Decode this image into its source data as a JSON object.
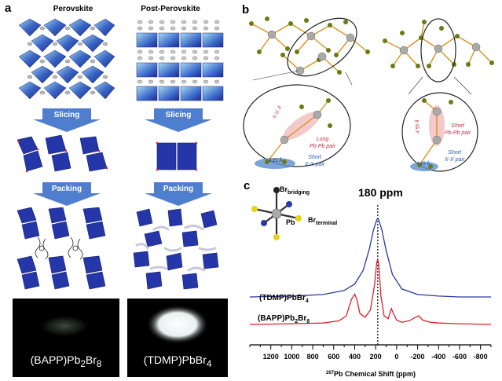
{
  "panels": {
    "a": "a",
    "b": "b",
    "c": "c"
  },
  "panel_a": {
    "col_left_title": "Perovskite",
    "col_right_title": "Post-Perovskite",
    "step1": "Slicing",
    "step2": "Packing",
    "photo_left": {
      "pre": "(BAPP)Pb",
      "sub1": "2",
      "mid": "Br",
      "sub2": "8"
    },
    "photo_right": {
      "pre": "(TDMP)PbBr",
      "sub1": "4"
    }
  },
  "panel_b": {
    "left_dist_long": "6.11 Å",
    "left_dist_short": "3.21 Å",
    "left_pair_long": [
      "Long",
      "Pb-Pb pair"
    ],
    "left_pair_short": [
      "Short",
      "X-X pair"
    ],
    "right_dist_long": "4.55 Å",
    "right_dist_short": "4.19 Å",
    "right_pair_long": [
      "Short",
      "Pb-Pb pair"
    ],
    "right_pair_short": [
      "Short",
      "X-X pair"
    ]
  },
  "panel_c": {
    "structure_labels": {
      "br_bridging": "Br",
      "br_bridging_sub": "bridging",
      "pb": "Pb",
      "br_terminal": "Br",
      "br_terminal_sub": "terminal"
    },
    "peak_annotation": "180 ppm",
    "series_top": {
      "pre": "(TDMP)PbBr",
      "sub": "4"
    },
    "series_bottom": {
      "pre": "(BAPP)Pb",
      "sub1": "2",
      "mid": "Br",
      "sub2": "8"
    },
    "xlabel_sup": "207",
    "xlabel": "Pb Chemical Shift (ppm)",
    "colors": {
      "top": "#2b3aa0",
      "bottom": "#e0202a"
    }
  },
  "chart_data": {
    "type": "line",
    "xlabel": "207Pb Chemical Shift (ppm)",
    "ylabel": "",
    "xlim": [
      1400,
      -900
    ],
    "x_reversed": true,
    "xticks": [
      1200,
      1000,
      800,
      600,
      400,
      200,
      0,
      -200,
      -400,
      -600,
      -800
    ],
    "annotation": {
      "x": 180,
      "label": "180 ppm"
    },
    "series": [
      {
        "name": "(TDMP)PbBr4",
        "color": "#2b3aa0",
        "x": [
          1400,
          1000,
          700,
          500,
          400,
          320,
          260,
          220,
          190,
          180,
          170,
          140,
          100,
          40,
          -50,
          -200,
          -400,
          -600,
          -900
        ],
        "y": [
          0.02,
          0.03,
          0.05,
          0.1,
          0.18,
          0.35,
          0.62,
          0.86,
          0.98,
          1.0,
          0.98,
          0.85,
          0.6,
          0.3,
          0.12,
          0.05,
          0.03,
          0.02,
          0.02
        ]
      },
      {
        "name": "(BAPP)Pb2Br8",
        "color": "#e0202a",
        "x": [
          1400,
          1000,
          700,
          550,
          480,
          430,
          400,
          380,
          350,
          300,
          250,
          210,
          190,
          180,
          170,
          150,
          120,
          80,
          50,
          30,
          0,
          -50,
          -120,
          -180,
          -210,
          -250,
          -320,
          -400,
          -600,
          -900
        ],
        "y": [
          0.0,
          0.01,
          0.02,
          0.05,
          0.12,
          0.35,
          0.42,
          0.35,
          0.15,
          0.1,
          0.2,
          0.55,
          0.85,
          0.9,
          0.82,
          0.4,
          0.12,
          0.08,
          0.22,
          0.15,
          0.06,
          0.03,
          0.05,
          0.1,
          0.12,
          0.06,
          0.03,
          0.02,
          0.01,
          0.0
        ]
      }
    ]
  }
}
